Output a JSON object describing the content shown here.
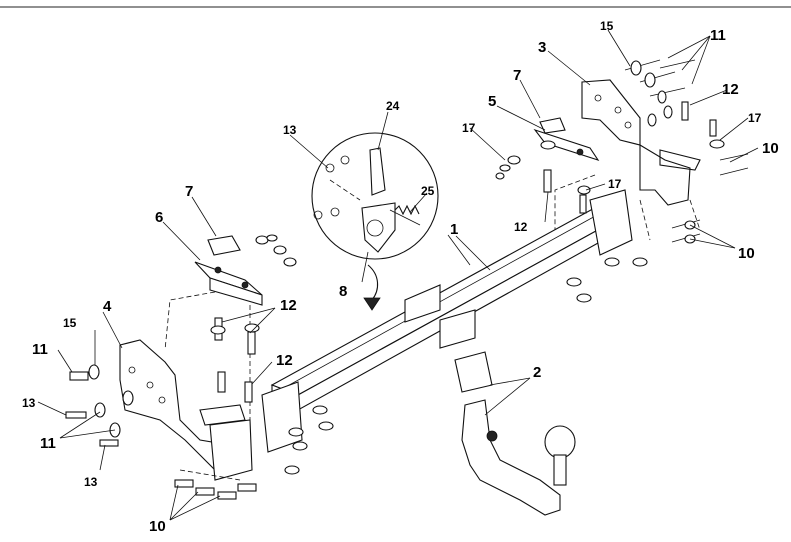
{
  "callouts": {
    "c1": "1",
    "c2": "2",
    "c3": "3",
    "c4": "4",
    "c5": "5",
    "c6": "6",
    "c7a": "7",
    "c7b": "7",
    "c8": "8",
    "c10a": "10",
    "c10b": "10",
    "c10c": "10",
    "c11a": "11",
    "c11b": "11",
    "c11c": "11",
    "c12a": "12",
    "c12b": "12",
    "c12c": "12",
    "c12d": "12",
    "c13a": "13",
    "c13b": "13",
    "c13c": "13",
    "c15a": "15",
    "c15b": "15",
    "c17a": "17",
    "c17b": "17",
    "c17c": "17",
    "c24": "24",
    "c25": "25"
  }
}
